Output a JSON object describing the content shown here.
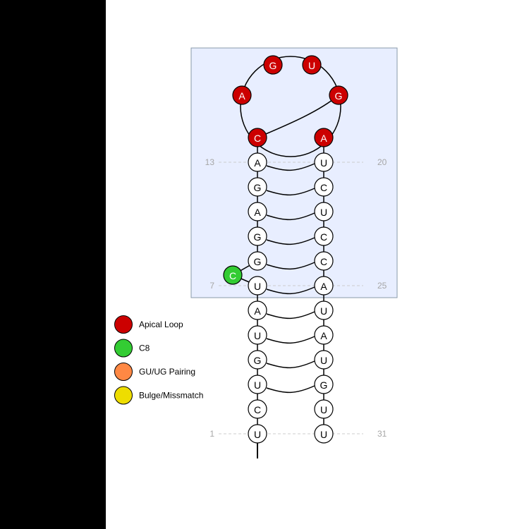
{
  "colors": {
    "apical": "#cc0000",
    "c8": "#33cc33",
    "gu": "#ff8844",
    "bulge": "#eedd00",
    "highlight_fill": "#e8eeff",
    "highlight_stroke": "#8899aa",
    "guide": "#cccccc",
    "number": "#a6a6a6"
  },
  "strand_left": [
    {
      "base": "U",
      "num": "1"
    },
    {
      "base": "C"
    },
    {
      "base": "U"
    },
    {
      "base": "G"
    },
    {
      "base": "U"
    },
    {
      "base": "A"
    },
    {
      "base": "U",
      "num": "7"
    },
    {
      "base": "G"
    },
    {
      "base": "G"
    },
    {
      "base": "A"
    },
    {
      "base": "G"
    },
    {
      "base": "A",
      "num": "13"
    }
  ],
  "strand_right": [
    {
      "base": "U",
      "num": "31"
    },
    {
      "base": "U"
    },
    {
      "base": "G"
    },
    {
      "base": "U"
    },
    {
      "base": "A"
    },
    {
      "base": "U"
    },
    {
      "base": "A",
      "num": "25"
    },
    {
      "base": "C"
    },
    {
      "base": "C"
    },
    {
      "base": "U"
    },
    {
      "base": "C"
    },
    {
      "base": "U",
      "num": "20"
    }
  ],
  "bulge_nucleotide": {
    "base": "C",
    "role": "c8"
  },
  "apical_loop": [
    "C",
    "A",
    "G",
    "U",
    "G",
    "A"
  ],
  "legend": [
    {
      "label": "Apical Loop",
      "color": "#cc0000"
    },
    {
      "label": "C8",
      "color": "#33cc33"
    },
    {
      "label": "GU/UG Pairing",
      "color": "#ff8844"
    },
    {
      "label": "Bulge/Missmatch",
      "color": "#eedd00"
    }
  ]
}
